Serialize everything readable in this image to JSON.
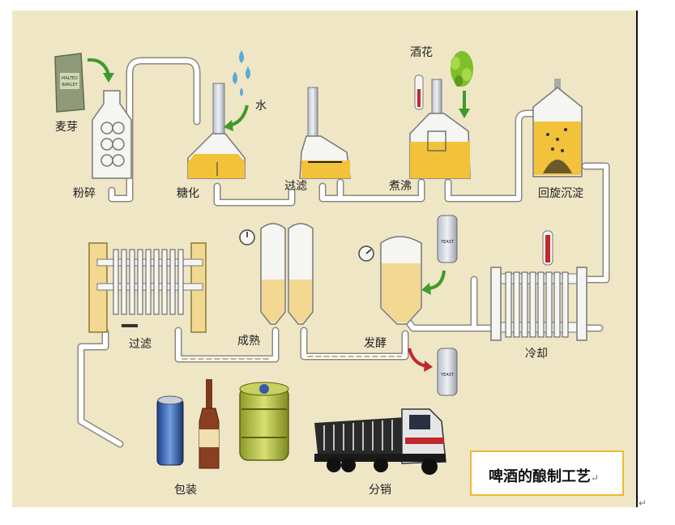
{
  "labels": {
    "malt": "麦芽",
    "crush": "粉碎",
    "water": "水",
    "saccharify": "糖化",
    "filter1": "过滤",
    "hops": "酒花",
    "boil": "煮沸",
    "whirlpool": "回旋沉淀",
    "cool": "冷却",
    "ferment": "发酵",
    "mature": "成熟",
    "filter2": "过滤",
    "package": "包装",
    "distribute": "分销"
  },
  "sack_text": [
    "MALTED",
    "BARLEY"
  ],
  "yeast_can_text": "YEAST",
  "caption": {
    "title": "啤酒的酿制工艺",
    "return_mark": "↵"
  },
  "colors": {
    "background": "#efe6c6",
    "pipe": "#ffffff",
    "liquid": "#f2c23a",
    "accent_green": "#4a9a2a",
    "accent_red": "#c0282c",
    "caption_border": "#f2b632"
  }
}
